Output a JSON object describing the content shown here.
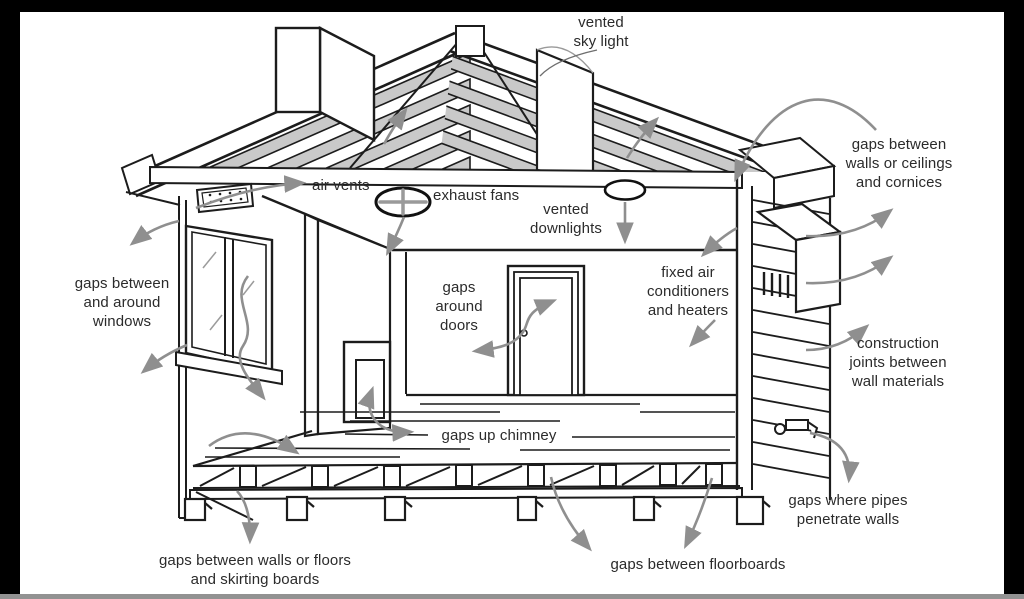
{
  "title": "house air-leakage cutaway diagram",
  "colors": {
    "background": "#ffffff",
    "frame": "#000000",
    "line": "#1c1c1c",
    "arrow": "#8f8f8f",
    "rafter_fill": "#c9c9c9",
    "text": "#2b2b2b",
    "bottom_border": "#929292"
  },
  "labels": {
    "skylight": "vented\nsky light",
    "air_vents": "air vents",
    "exhaust_fans": "exhaust fans",
    "downlights": "vented\ndownlights",
    "cornices": "gaps between\nwalls or ceilings\nand cornices",
    "windows": "gaps between\nand around\nwindows",
    "doors": "gaps\naround\ndoors",
    "fixed_ac": "fixed air\nconditioners\nand heaters",
    "construction": "construction\njoints between\nwall materials",
    "chimney": "gaps up chimney",
    "pipes": "gaps where pipes\npenetrate walls",
    "skirting": "gaps between walls or floors\nand skirting boards",
    "floorboards": "gaps between floorboards"
  },
  "icons": {
    "exhaust_fan": "ellipse-with-cross-blades",
    "downlight": "ellipse",
    "vent_grille": "dotted-rectangle",
    "tap": "wall-tap",
    "leak_arrow": "gray-curved-arrow"
  }
}
